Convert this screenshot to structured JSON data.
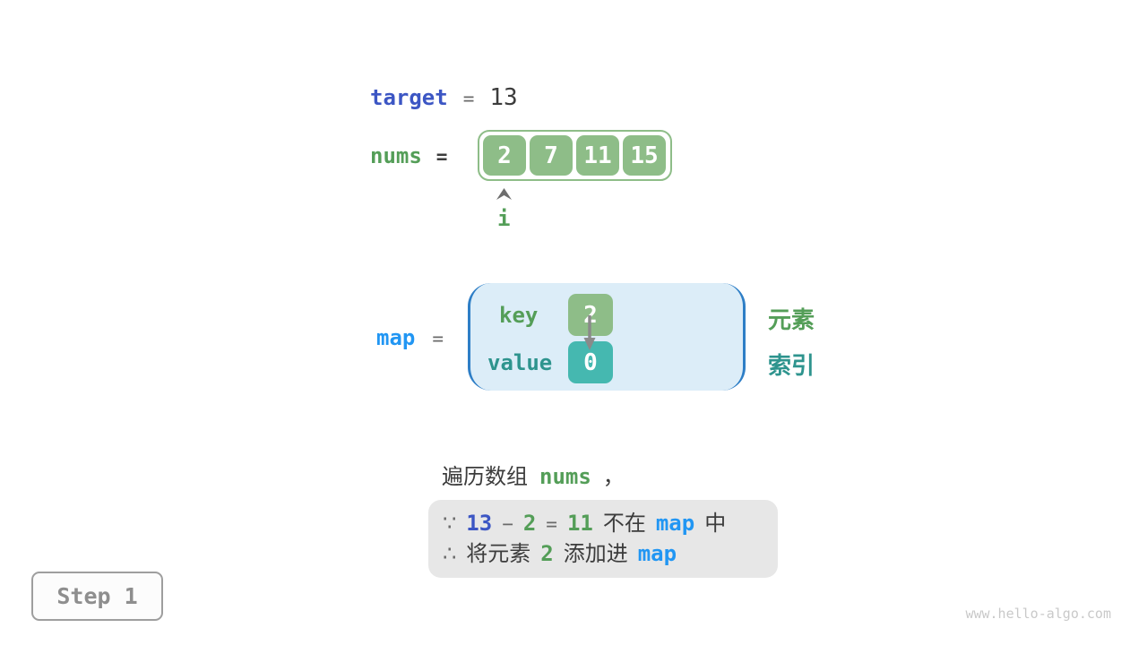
{
  "colors": {
    "green-box": "#8ebd88",
    "green-text": "#549e58",
    "teal-box": "#45b8b0",
    "teal-text": "#2e948e",
    "indigo": "#3c56c4",
    "bright-blue": "#2196f3",
    "bracket-blue": "#2e7ec6",
    "map-fill": "#dcedf8",
    "dark-text": "#3c3c3c",
    "gray-symbol": "#6a6a6a",
    "arrow-gray": "#8a8a8a",
    "note-bg": "#e7e7e7",
    "step-border": "#9e9e9e",
    "step-text": "#8e8e8e",
    "watermark": "#c9c9c9"
  },
  "target": {
    "label": "target",
    "equals": "=",
    "value": "13"
  },
  "nums": {
    "label": "nums",
    "equals": "=",
    "values": [
      "2",
      "7",
      "11",
      "15"
    ],
    "index_pointer": "i"
  },
  "map": {
    "label": "map",
    "equals": "=",
    "key_label": "key",
    "value_label": "value",
    "entry_key": "2",
    "entry_value": "0"
  },
  "legend": {
    "element": "元素",
    "index": "索引"
  },
  "caption": {
    "text": "遍历数组",
    "nums": "nums",
    "comma": "，"
  },
  "note": {
    "line1": {
      "because": "∵",
      "target": "13",
      "minus": "−",
      "elem": "2",
      "equals": "=",
      "diff": "11",
      "not_in": "不在",
      "map": "map",
      "suffix": "中"
    },
    "line2": {
      "therefore": "∴",
      "prefix": "将元素",
      "elem": "2",
      "action": "添加进",
      "map": "map"
    }
  },
  "step": {
    "label": "Step 1"
  },
  "watermark": "www.hello-algo.com"
}
